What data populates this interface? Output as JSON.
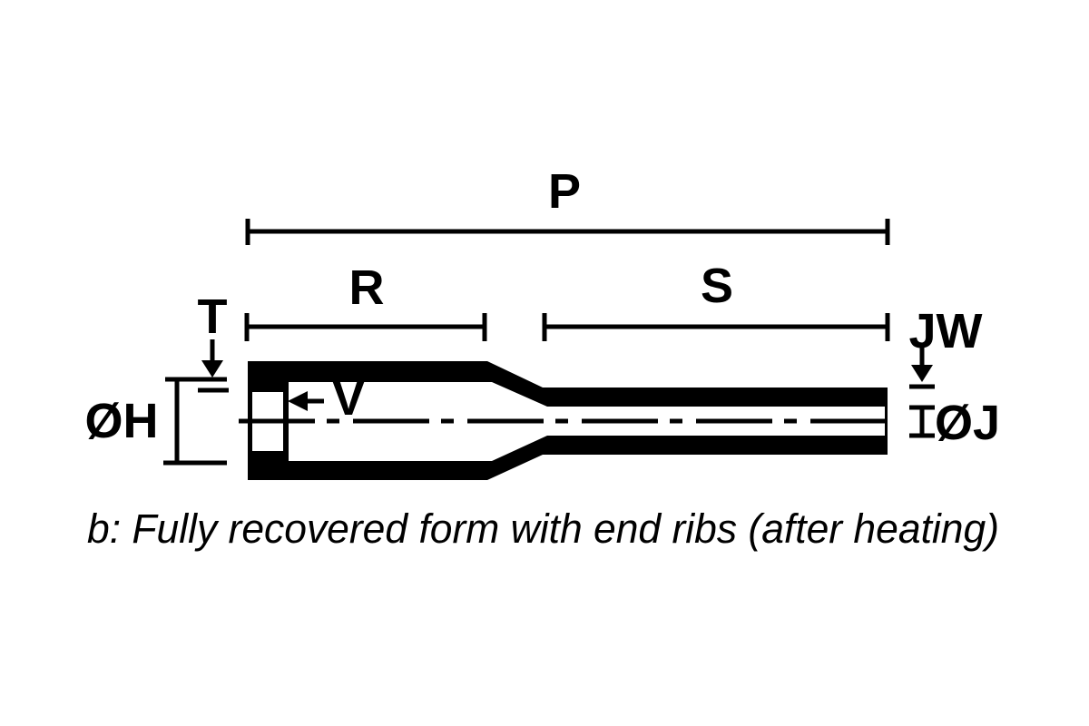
{
  "diagram": {
    "caption": "b: Fully recovered form with end ribs (after heating)",
    "labels": {
      "p": "P",
      "r": "R",
      "s": "S",
      "t": "T",
      "v": "V",
      "jw": "JW",
      "dia_h": "ØH",
      "dia_j": "ØJ"
    },
    "colors": {
      "ink": "#000000",
      "background": "#ffffff"
    }
  }
}
